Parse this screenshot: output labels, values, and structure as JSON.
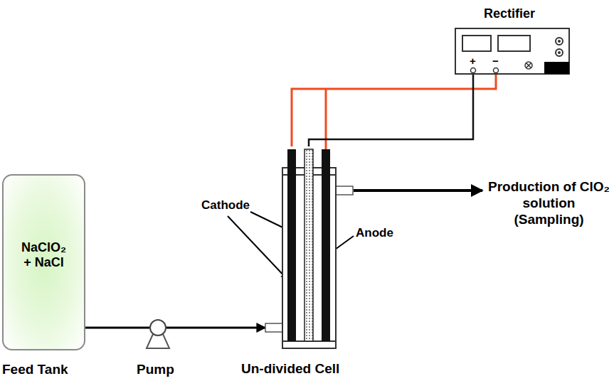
{
  "diagram": {
    "nodes": [
      {
        "text": [
          "NaClO₂ + NaCl",
          "Feed Tank"
        ]
      },
      {
        "text": [
          "Pump"
        ]
      },
      {
        "text": [
          "Un-divided Cell"
        ]
      },
      {
        "text": [
          "Rectifier",
          "+",
          "−"
        ]
      }
    ],
    "edges": [
      {
        "from": 0,
        "to": 1,
        "arrow": "none"
      },
      {
        "from": 1,
        "to": 2,
        "arrow": "to"
      },
      {
        "from": 3,
        "to": 2,
        "arrow": "none"
      },
      {
        "from": 3,
        "to": 2,
        "arrow": "none"
      }
    ],
    "labels": [
      "Cathode",
      "Anode",
      "Production of ClO₂ solution (Sampling)"
    ]
  }
}
